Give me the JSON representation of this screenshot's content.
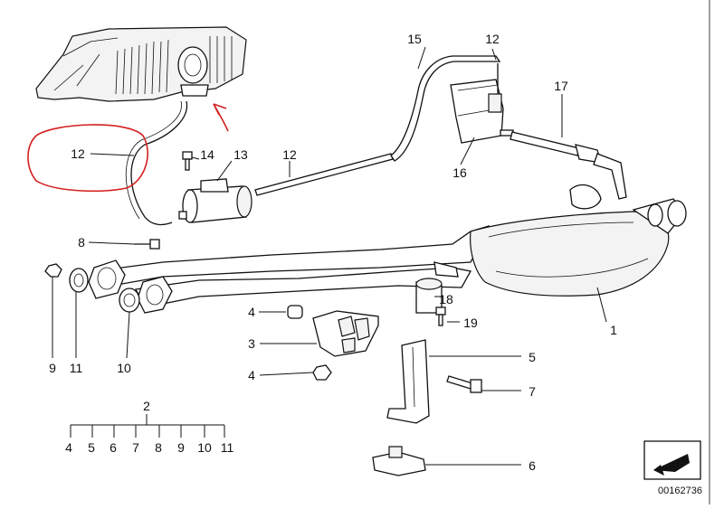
{
  "callouts": {
    "c1": "1",
    "c2": "2",
    "c3": "3",
    "c4a": "4",
    "c4b": "4",
    "c5": "5",
    "c6": "6",
    "c7": "7",
    "c8": "8",
    "c9": "9",
    "c10": "10",
    "c11": "11",
    "c12_circled": "12",
    "c12_top": "12",
    "c12_mid": "12",
    "c13": "13",
    "c14": "14",
    "c15": "15",
    "c16": "16",
    "c17": "17",
    "c18": "18",
    "c19": "19"
  },
  "kit": {
    "parent": "2",
    "items": [
      "4",
      "5",
      "6",
      "7",
      "8",
      "9",
      "10",
      "11"
    ]
  },
  "diagram_code": "00162736",
  "annotation": {
    "marker_color": "#d42020",
    "marker_shapes": [
      "circle-around-12",
      "arrow-to-manifold"
    ]
  }
}
